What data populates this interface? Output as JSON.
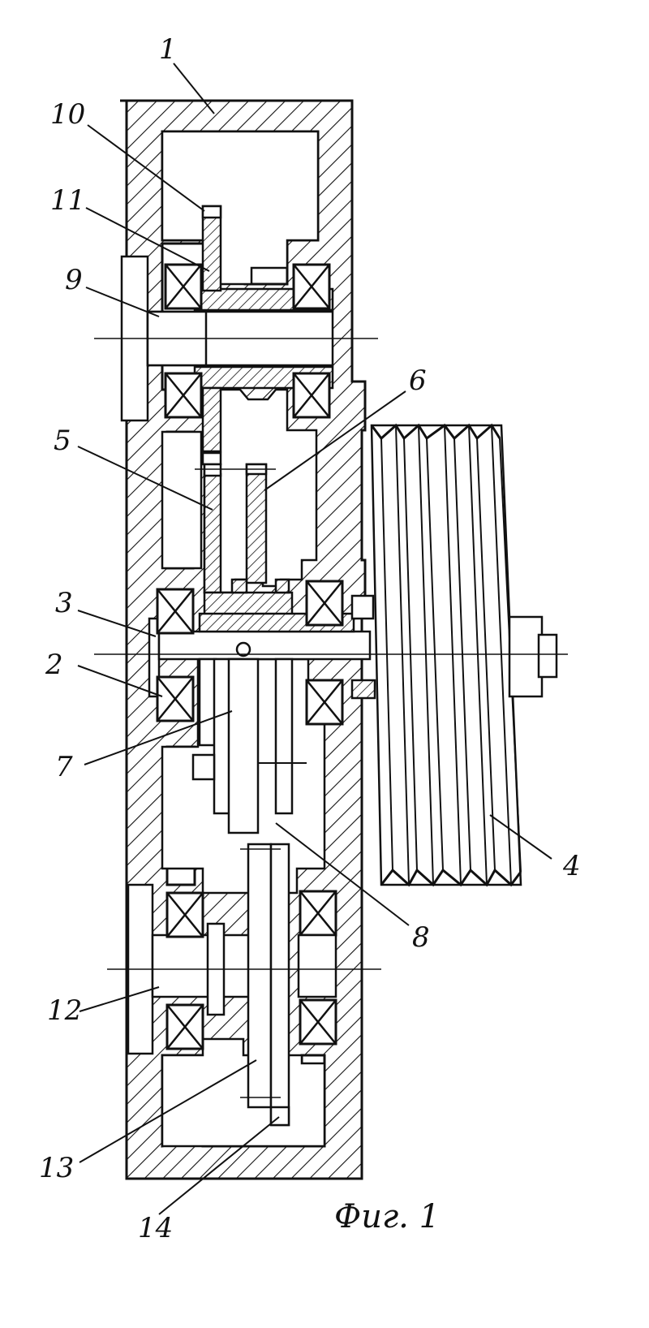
{
  "figure": {
    "caption": "Фиг. 1",
    "callouts": [
      {
        "id": "1",
        "label": "1"
      },
      {
        "id": "2",
        "label": "2"
      },
      {
        "id": "3",
        "label": "3"
      },
      {
        "id": "4",
        "label": "4"
      },
      {
        "id": "5",
        "label": "5"
      },
      {
        "id": "6",
        "label": "6"
      },
      {
        "id": "7",
        "label": "7"
      },
      {
        "id": "8",
        "label": "8"
      },
      {
        "id": "9",
        "label": "9"
      },
      {
        "id": "10",
        "label": "10"
      },
      {
        "id": "11",
        "label": "11"
      },
      {
        "id": "12",
        "label": "12"
      },
      {
        "id": "13",
        "label": "13"
      },
      {
        "id": "14",
        "label": "14"
      }
    ]
  }
}
